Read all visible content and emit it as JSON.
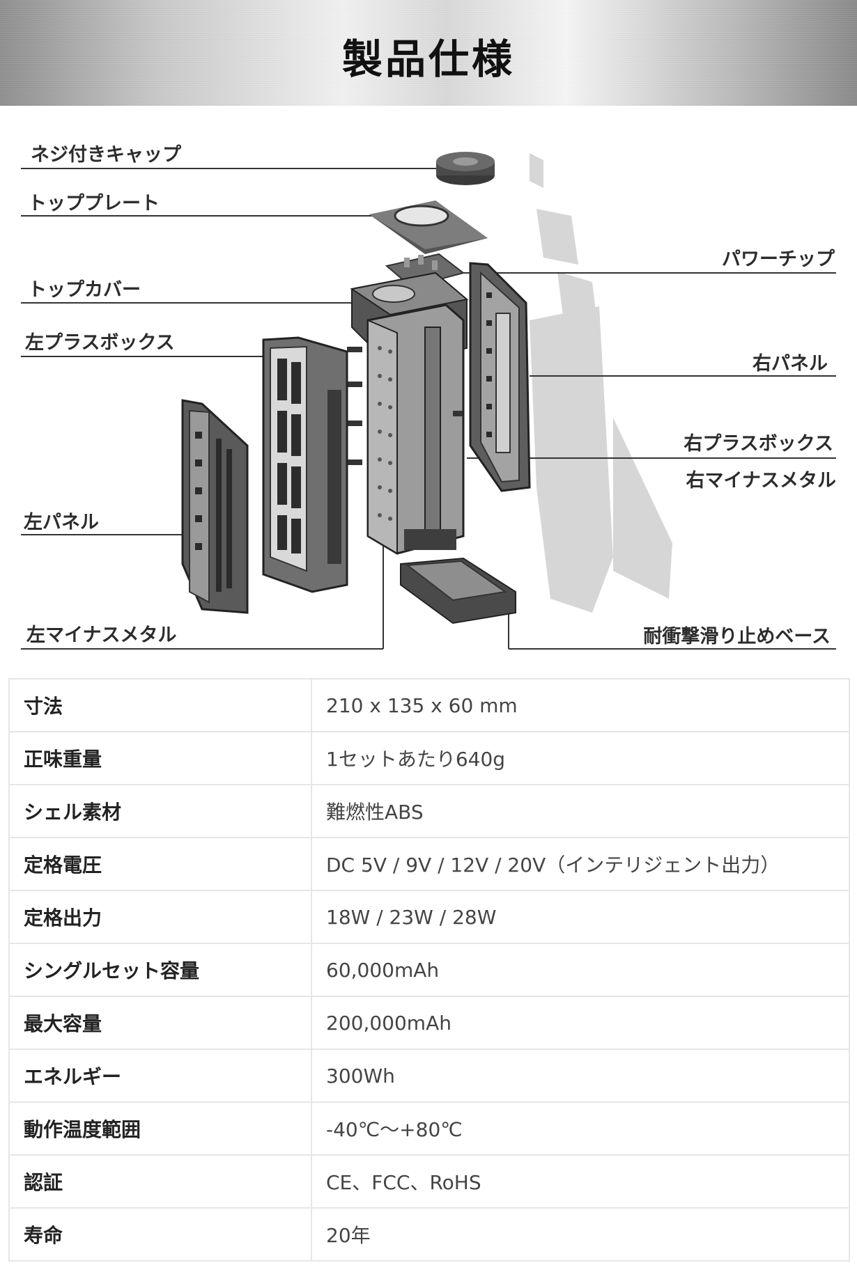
{
  "header": {
    "title": "製品仕様"
  },
  "diagram": {
    "labels": {
      "neji_cap": "ネジ付きキャップ",
      "top_plate": "トッププレート",
      "power_chip": "パワーチップ",
      "top_cover": "トップカバー",
      "left_plus_box": "左プラスボックス",
      "right_panel": "右パネル",
      "right_plus_box": "右プラスボックス",
      "right_minus_metal": "右マイナスメタル",
      "left_panel": "左パネル",
      "left_minus_metal": "左マイナスメタル",
      "base": "耐衝撃滑り止めベース"
    }
  },
  "specs": [
    {
      "key": "寸法",
      "value": "210 x 135 x 60 mm"
    },
    {
      "key": "正味重量",
      "value": "1セットあたり640g"
    },
    {
      "key": "シェル素材",
      "value": "難燃性ABS"
    },
    {
      "key": "定格電圧",
      "value": "DC 5V / 9V / 12V / 20V（インテリジェント出力）"
    },
    {
      "key": "定格出力",
      "value": "18W / 23W / 28W"
    },
    {
      "key": "シングルセット容量",
      "value": "60,000mAh"
    },
    {
      "key": "最大容量",
      "value": "200,000mAh"
    },
    {
      "key": "エネルギー",
      "value": "300Wh"
    },
    {
      "key": "動作温度範囲",
      "value": "-40℃～+80℃"
    },
    {
      "key": "認証",
      "value": "CE、FCC、RoHS"
    },
    {
      "key": "寿命",
      "value": "20年"
    }
  ]
}
